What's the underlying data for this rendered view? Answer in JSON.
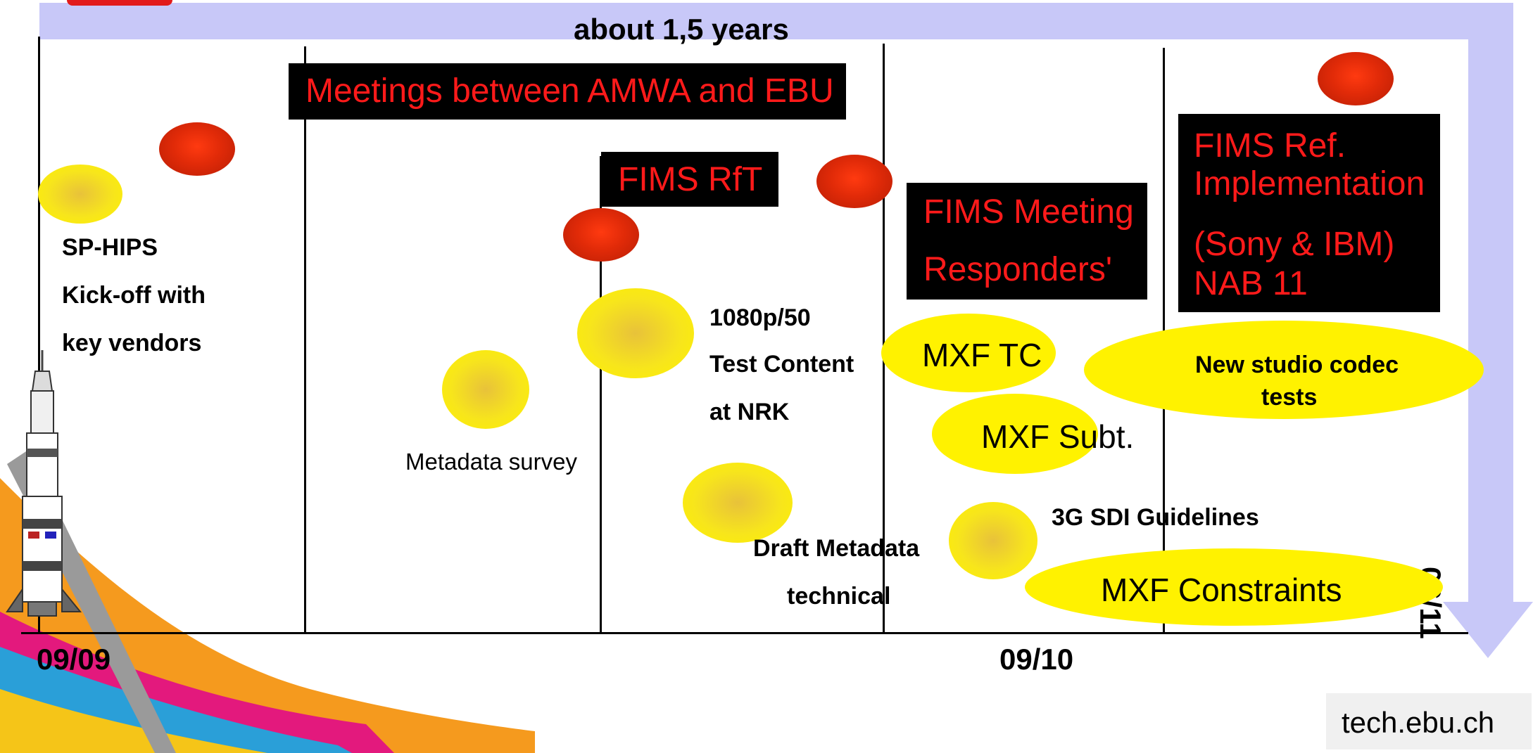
{
  "header": {
    "duration_label": "about 1,5 years"
  },
  "timeline": {
    "start_label": "09/09",
    "mid_label": "09/10",
    "end_label": "06/11"
  },
  "boxes": {
    "meetings": "Meetings between AMWA and EBU",
    "fims_rft": "FIMS RfT",
    "fims_meeting_line1": "FIMS Meeting",
    "fims_meeting_line2": "Responders'",
    "fims_ref_line1": "FIMS Ref.",
    "fims_ref_line2": "Implementation",
    "fims_ref_line3": "(Sony & IBM)",
    "fims_ref_line4": "NAB 11"
  },
  "labels": {
    "sphips_line1": "SP-HIPS",
    "sphips_line2": "Kick-off with",
    "sphips_line3": "key vendors",
    "metadata_survey": "Metadata survey",
    "test_line1": "1080p/50",
    "test_line2": "Test Content",
    "test_line3": "at NRK",
    "draft_line1": "Draft Metadata",
    "draft_line2": "technical",
    "mxf_tc": "MXF TC",
    "mxf_subt": "MXF Subt.",
    "sdi": "3G SDI Guidelines",
    "codec_line1": "New studio codec",
    "codec_line2": "tests",
    "mxf_constraints": "MXF Constraints"
  },
  "footer": {
    "site": "tech.ebu.ch"
  },
  "colors": {
    "arrow": "#c8c8f8",
    "red_text": "#ff1a1a",
    "yellow": "#fff200",
    "red_ellipse": "#e02a08"
  }
}
